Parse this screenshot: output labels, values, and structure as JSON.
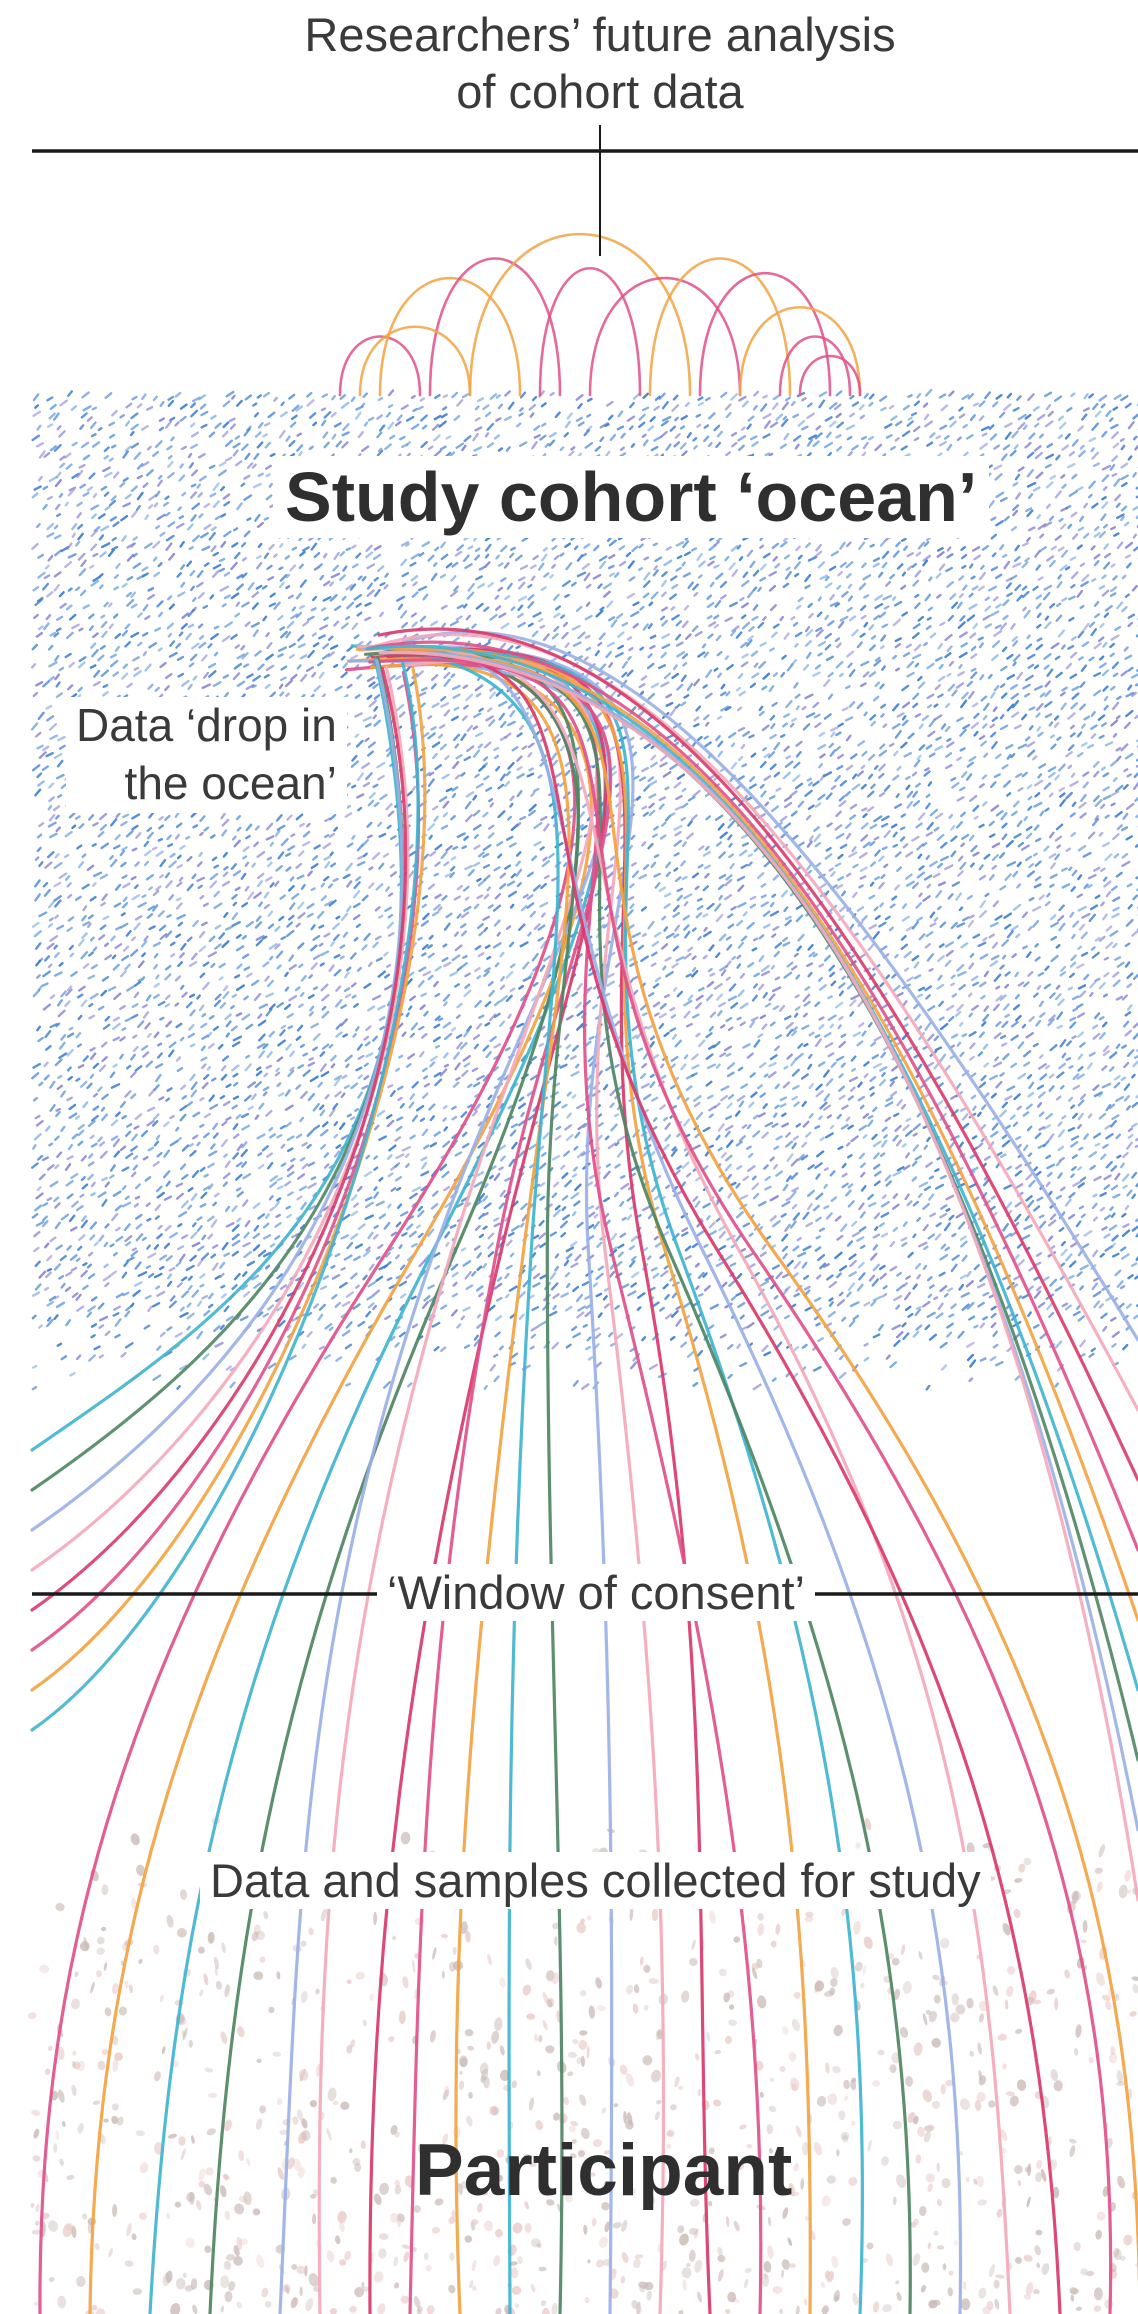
{
  "labels": {
    "future_analysis_line1": "Researchers’ future analysis",
    "future_analysis_line2": "of cohort data",
    "ocean_title": "Study cohort ‘ocean’",
    "drop_line1": "Data ‘drop in",
    "drop_line2": "the ocean’",
    "window": "‘Window of consent’",
    "collected": "Data and samples collected for study",
    "participant": "Participant"
  },
  "colors": {
    "ink": "#1a1a1a",
    "label_text": "#3a3a3a",
    "ocean_dash_blue": "#3f7fd0",
    "ocean_dash_violet": "#8a86d6",
    "ocean_dash_light": "#6fa4e0",
    "ground_speckle": "#c8b8b3",
    "ground_speckle_pink": "#e8c9c6",
    "strand_pink": "#e0508a",
    "strand_orange": "#f2a341",
    "strand_teal": "#3fb4cf",
    "strand_green": "#4f8663",
    "strand_lavender": "#9ab0e6",
    "strand_light_pink": "#f4a9bb",
    "strand_crimson": "#d93a6a"
  }
}
